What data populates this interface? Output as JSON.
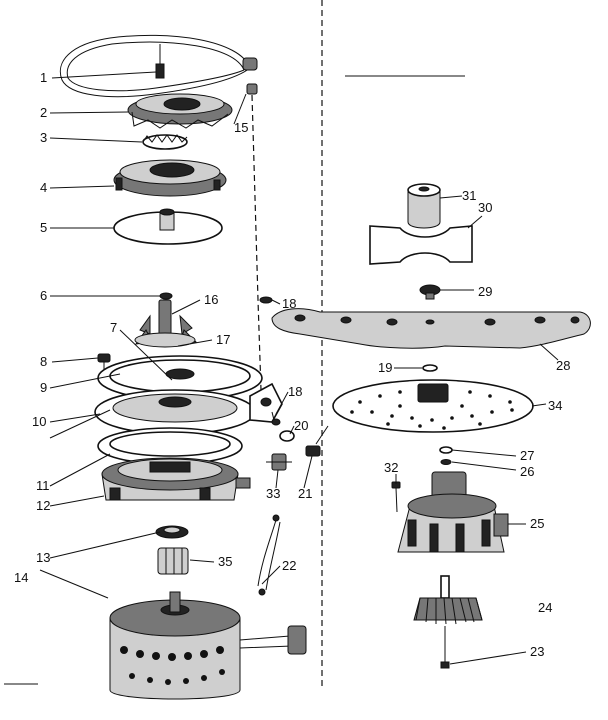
{
  "callouts": [
    "1",
    "2",
    "3",
    "4",
    "5",
    "6",
    "7",
    "8",
    "9",
    "10",
    "11",
    "12",
    "13",
    "14",
    "15",
    "16",
    "17",
    "18",
    "18",
    "19",
    "20",
    "21",
    "22",
    "23",
    "24",
    "25",
    "26",
    "27",
    "28",
    "29",
    "30",
    "31",
    "32",
    "33",
    "34",
    "35"
  ]
}
